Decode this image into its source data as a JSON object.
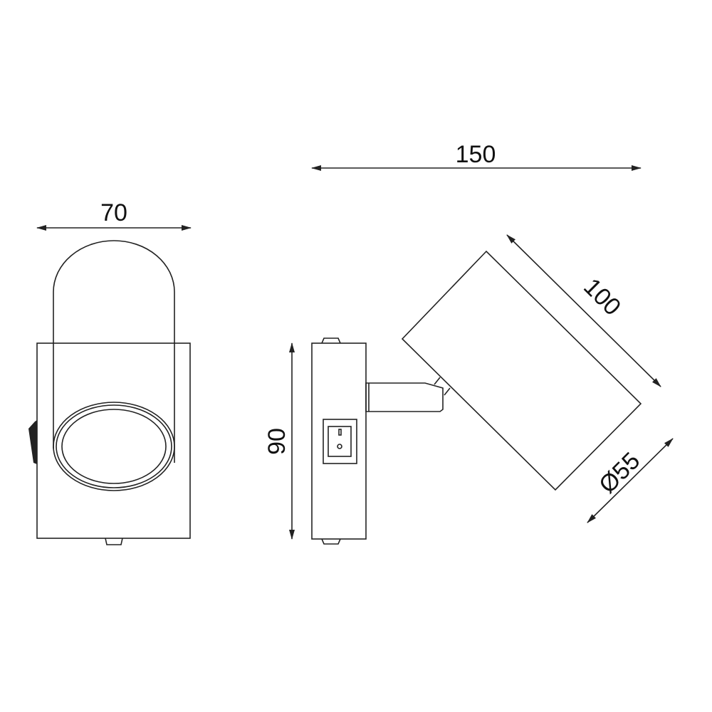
{
  "drawing": {
    "front_view": {
      "width_label": "70"
    },
    "side_view": {
      "total_width_label": "150",
      "height_label": "90",
      "head_length_label": "100",
      "head_diameter_label": "Ø55"
    }
  },
  "colors": {
    "line": "#222222",
    "background": "#ffffff"
  }
}
